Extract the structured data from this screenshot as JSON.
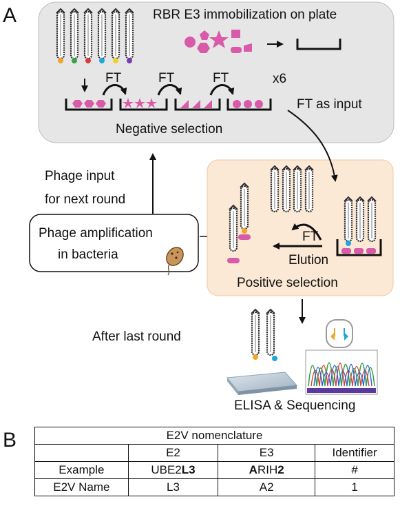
{
  "panelA": {
    "letter": "A",
    "immobilization": "RBR E3 immobilization on plate",
    "ft1": "FT",
    "ft2": "FT",
    "ft3": "FT",
    "repeat": "x6",
    "ft_as_input": "FT as input",
    "negative_selection": "Negative selection",
    "phage_input_line1": "Phage input",
    "phage_input_line2": "for next round",
    "amplification_line1": "Phage amplification",
    "amplification_line2": "in bacteria",
    "ft_positive": "FT",
    "elution": "Elution",
    "positive_selection": "Positive selection",
    "after_last_round": "After last round",
    "elisa_sequencing": "ELISA & Sequencing",
    "colors": {
      "negative_bg": "#e6e6e6",
      "positive_bg": "#fbe8d5",
      "magenta": "#d95aa8",
      "orange": "#f2a52b",
      "blue": "#1fa6de",
      "phage": "#2a2a2a"
    }
  },
  "panelB": {
    "letter": "B",
    "table_title": "E2V nomenclature",
    "headers": [
      "",
      "E2",
      "E3",
      "Identifier"
    ],
    "example_label": "Example",
    "example_e2_plain": "UBE2",
    "example_e2_bold": "L3",
    "example_e3_bold1": "A",
    "example_e3_plain": "RIH",
    "example_e3_bold2": "2",
    "example_identifier": "#",
    "name_label": "E2V Name",
    "name_e2": "L3",
    "name_e3": "A2",
    "name_identifier": "1"
  }
}
